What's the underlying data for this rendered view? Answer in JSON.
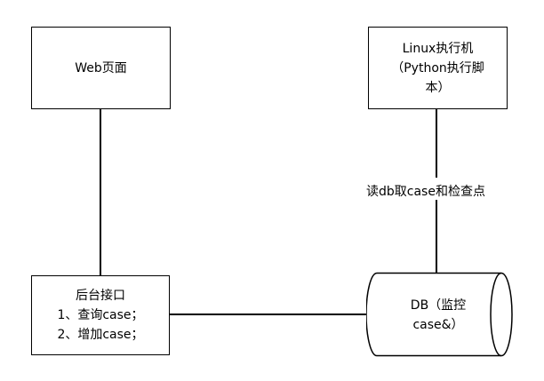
{
  "nodes": {
    "web": {
      "label": "Web页面"
    },
    "linux": {
      "line1": "Linux执行机",
      "line2": "（Python执行脚",
      "line3": "本）"
    },
    "backend": {
      "title": "后台接口",
      "item1": "1、查询case；",
      "item2": "2、增加case；"
    },
    "db": {
      "line1": "DB（监控",
      "line2": "case&）"
    }
  },
  "edges": {
    "linux_db_label": "读db取case和检查点"
  }
}
